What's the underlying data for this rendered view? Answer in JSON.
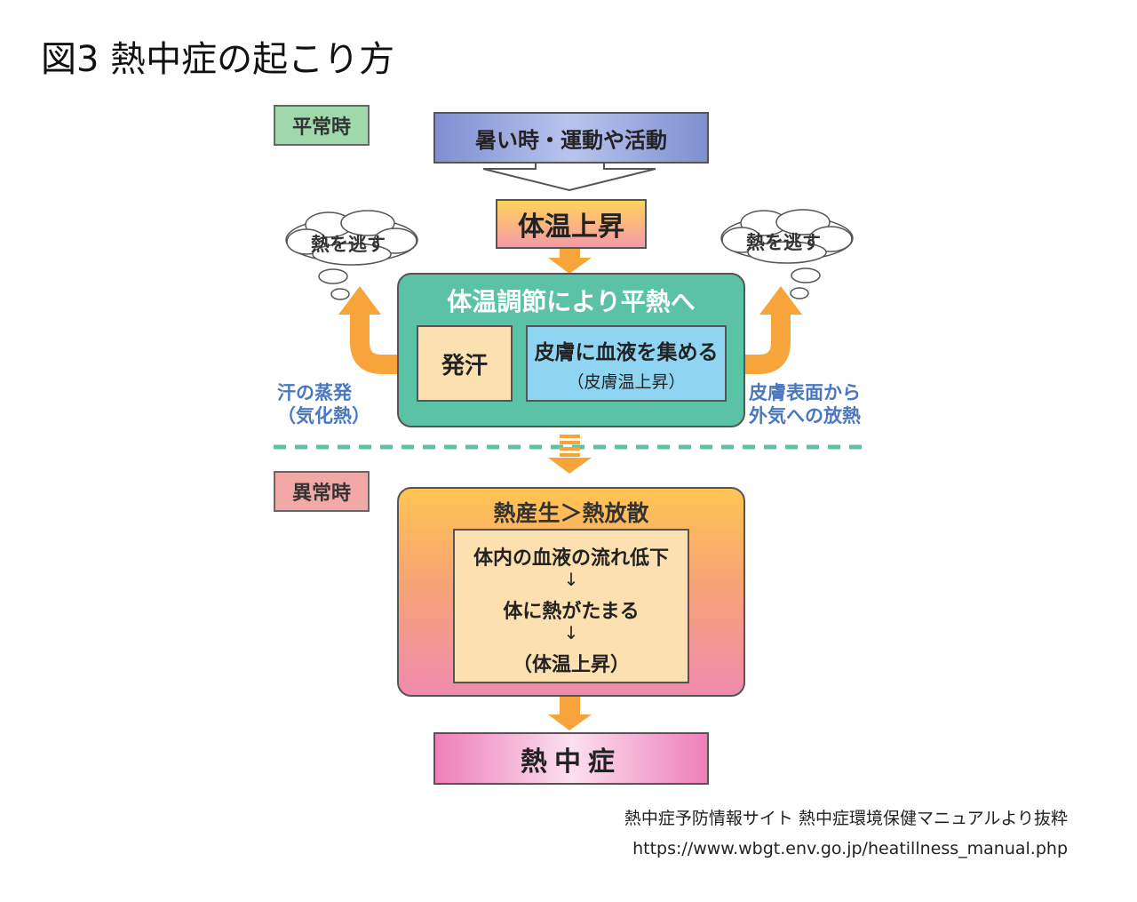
{
  "title": "図3 熱中症の起こり方",
  "normal_label": "平常時",
  "abnormal_label": "異常時",
  "top_box": "暑い時・運動や活動",
  "rise_box": "体温上昇",
  "regulation_title": "体温調節により平熱へ",
  "sweat_box": "発汗",
  "skin_box": {
    "main": "皮膚に血液を集める",
    "sub": "（皮膚温上昇）"
  },
  "cloud_left": "熱を逃す",
  "cloud_right": "熱を逃す",
  "left_label": [
    "汗の蒸発",
    "（気化熱）"
  ],
  "right_label": [
    "皮膚表面から",
    "外気への放熱"
  ],
  "abnormal_title": "熱産生＞熱放散",
  "inner_lines": [
    "体内の血液の流れ低下",
    "↓",
    "体に熱がたまる",
    "↓",
    "（体温上昇）"
  ],
  "final_box": "熱中症",
  "source_line1": "熱中症予防情報サイト 熱中症環境保健マニュアルより抜粋",
  "source_line2": "https://www.wbgt.env.go.jp/heatillness_manual.php",
  "colors": {
    "arrow_orange": "#f7a43a",
    "regulation_green": "#5cc2a5",
    "dash_teal": "#5cc2a5",
    "label_blue": "#4a78c0"
  }
}
